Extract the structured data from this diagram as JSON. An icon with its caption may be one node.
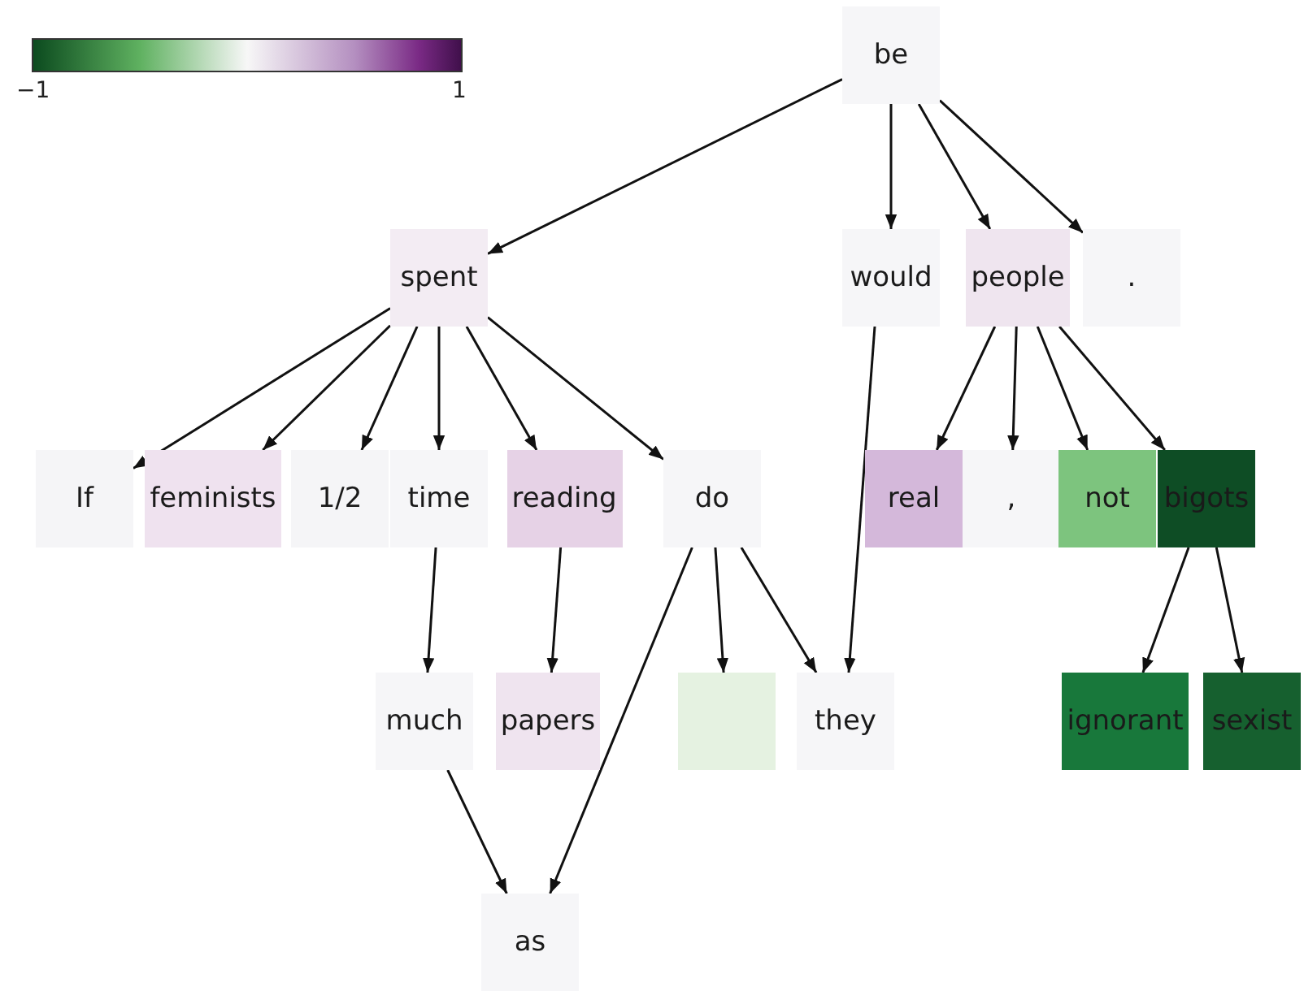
{
  "diagram": {
    "nodes": [
      {
        "text": [
          "be"
        ]
      },
      {
        "text": [
          "spent"
        ]
      },
      {
        "text": [
          "would"
        ]
      },
      {
        "text": [
          "people"
        ]
      },
      {
        "text": [
          "."
        ]
      },
      {
        "text": [
          "If"
        ]
      },
      {
        "text": [
          "feminists"
        ]
      },
      {
        "text": [
          "1/2"
        ]
      },
      {
        "text": [
          "time"
        ]
      },
      {
        "text": [
          "reading"
        ]
      },
      {
        "text": [
          "do"
        ]
      },
      {
        "text": [
          "real"
        ]
      },
      {
        "text": [
          ","
        ]
      },
      {
        "text": [
          "not"
        ]
      },
      {
        "text": [
          "bigots"
        ]
      },
      {
        "text": [
          "much"
        ]
      },
      {
        "text": [
          "papers"
        ]
      },
      {
        "text": [],
        "shape": "box"
      },
      {
        "text": [
          "they"
        ]
      },
      {
        "text": [
          "ignorant"
        ]
      },
      {
        "text": [
          "sexist"
        ]
      },
      {
        "text": [
          "as"
        ]
      }
    ],
    "edges": [
      {
        "from": 0,
        "to": 1,
        "arrow": "to"
      },
      {
        "from": 0,
        "to": 2,
        "arrow": "to"
      },
      {
        "from": 0,
        "to": 3,
        "arrow": "to"
      },
      {
        "from": 0,
        "to": 4,
        "arrow": "to"
      },
      {
        "from": 1,
        "to": 5,
        "arrow": "to"
      },
      {
        "from": 1,
        "to": 6,
        "arrow": "to"
      },
      {
        "from": 1,
        "to": 7,
        "arrow": "to"
      },
      {
        "from": 1,
        "to": 8,
        "arrow": "to"
      },
      {
        "from": 1,
        "to": 9,
        "arrow": "to"
      },
      {
        "from": 1,
        "to": 10,
        "arrow": "to"
      },
      {
        "from": 2,
        "to": 18,
        "arrow": "to"
      },
      {
        "from": 3,
        "to": 11,
        "arrow": "to"
      },
      {
        "from": 3,
        "to": 12,
        "arrow": "to"
      },
      {
        "from": 3,
        "to": 13,
        "arrow": "to"
      },
      {
        "from": 3,
        "to": 14,
        "arrow": "to"
      },
      {
        "from": 8,
        "to": 15,
        "arrow": "to"
      },
      {
        "from": 9,
        "to": 16,
        "arrow": "to"
      },
      {
        "from": 10,
        "to": 21,
        "arrow": "to"
      },
      {
        "from": 10,
        "to": 17,
        "arrow": "to"
      },
      {
        "from": 10,
        "to": 18,
        "arrow": "to"
      },
      {
        "from": 14,
        "to": 19,
        "arrow": "to"
      },
      {
        "from": 14,
        "to": 20,
        "arrow": "to"
      },
      {
        "from": 15,
        "to": 21,
        "arrow": "to"
      }
    ],
    "labels": [
      "−1",
      "1"
    ]
  }
}
